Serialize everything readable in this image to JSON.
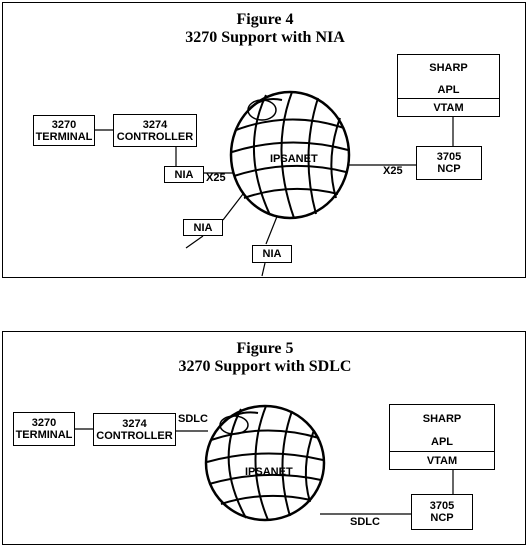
{
  "figure4": {
    "title": "Figure 4",
    "subtitle": "3270 Support with NIA",
    "network_label": "IPSANET",
    "terminal": {
      "line1": "3270",
      "line2": "TERMINAL"
    },
    "controller": {
      "line1": "3274",
      "line2": "CONTROLLER"
    },
    "nia_main": "NIA",
    "nia_left": "NIA",
    "nia_bottom": "NIA",
    "link_left": "X25",
    "link_right": "X25",
    "host": {
      "line1": "SHARP",
      "line2": "APL",
      "line3": "VTAM"
    },
    "ncp": {
      "line1": "3705",
      "line2": "NCP"
    }
  },
  "figure5": {
    "title": "Figure 5",
    "subtitle": "3270 Support with SDLC",
    "network_label": "IPSANET",
    "terminal": {
      "line1": "3270",
      "line2": "TERMINAL"
    },
    "controller": {
      "line1": "3274",
      "line2": "CONTROLLER"
    },
    "link_left": "SDLC",
    "link_right": "SDLC",
    "host": {
      "line1": "SHARP",
      "line2": "APL",
      "line3": "VTAM"
    },
    "ncp": {
      "line1": "3705",
      "line2": "NCP"
    }
  }
}
